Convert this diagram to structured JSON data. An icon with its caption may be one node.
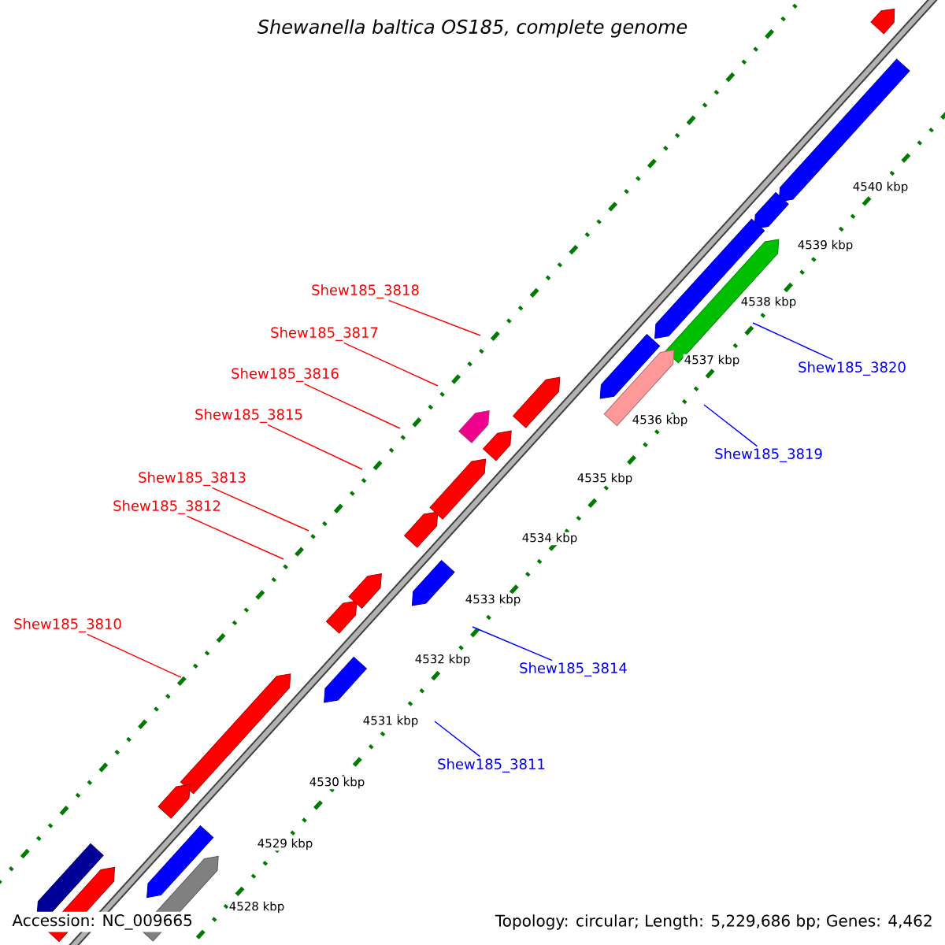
{
  "diagram": {
    "title": "Shewanella baltica OS185, complete genome",
    "nodes": [
      {
        "text": [
          "Shew185_3818"
        ]
      },
      {
        "text": [
          "Shew185_3817"
        ]
      },
      {
        "text": [
          "Shew185_3816"
        ]
      },
      {
        "text": [
          "Shew185_3815"
        ]
      },
      {
        "text": [
          "Shew185_3813"
        ]
      },
      {
        "text": [
          "Shew185_3812"
        ]
      },
      {
        "text": [
          "Shew185_3810"
        ]
      },
      {
        "text": [
          "Shew185_3820"
        ]
      },
      {
        "text": [
          "Shew185_3819"
        ]
      },
      {
        "text": [
          "Shew185_3814"
        ]
      },
      {
        "text": [
          "Shew185_3811"
        ]
      }
    ],
    "edges": [
      {
        "from": 0,
        "to": null,
        "arrow": "none"
      },
      {
        "from": 1,
        "to": null,
        "arrow": "none"
      },
      {
        "from": 2,
        "to": null,
        "arrow": "none"
      },
      {
        "from": 3,
        "to": null,
        "arrow": "none"
      },
      {
        "from": 4,
        "to": null,
        "arrow": "none"
      },
      {
        "from": 5,
        "to": null,
        "arrow": "none"
      },
      {
        "from": 6,
        "to": null,
        "arrow": "none"
      },
      {
        "from": 7,
        "to": null,
        "arrow": "none",
        "color": "#0000ff"
      },
      {
        "from": 8,
        "to": null,
        "arrow": "none",
        "color": "#0000ff"
      },
      {
        "from": 9,
        "to": null,
        "arrow": "none",
        "color": "#0000ff"
      },
      {
        "from": 10,
        "to": null,
        "arrow": "none",
        "color": "#0000ff"
      }
    ],
    "labels": [
      "4540 kbp",
      "4539 kbp",
      "4538 kbp",
      "4537 kbp",
      "4536 kbp",
      "4535 kbp",
      "4534 kbp",
      "4533 kbp",
      "4532 kbp",
      "4531 kbp",
      "4530 kbp",
      "4529 kbp",
      "4528 kbp",
      "Accession: NC_009665",
      "Topology: circular; Length: 5,229,686 bp; Genes: 4,462"
    ]
  }
}
